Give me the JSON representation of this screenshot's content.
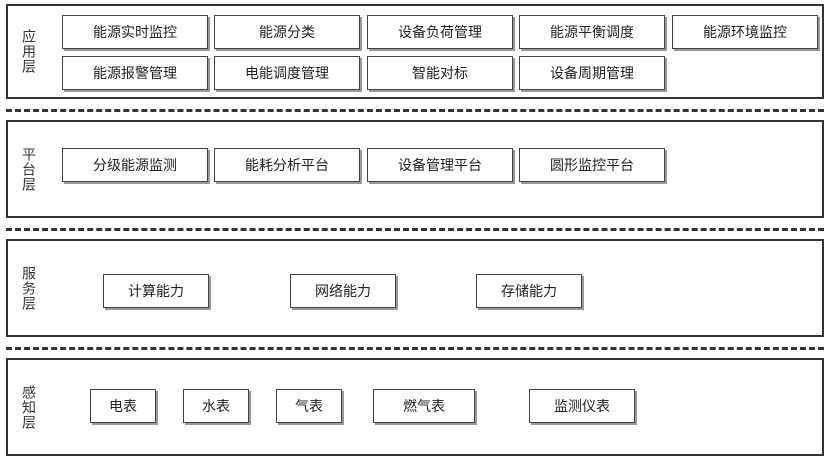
{
  "layers": {
    "application": {
      "label": "应用层",
      "items": [
        "能源实时监控",
        "能源分类",
        "设备负荷管理",
        "能源平衡调度",
        "能源环境监控",
        "能源报警管理",
        "电能调度管理",
        "智能对标",
        "设备周期管理"
      ]
    },
    "platform": {
      "label": "平台层",
      "items": [
        "分级能源监测",
        "能耗分析平台",
        "设备管理平台",
        "圆形监控平台"
      ]
    },
    "service": {
      "label": "服务层",
      "items": [
        "计算能力",
        "网络能力",
        "存储能力"
      ]
    },
    "perception": {
      "label": "感知层",
      "items": [
        "电表",
        "水表",
        "气表",
        "燃气表",
        "监测仪表"
      ]
    }
  }
}
